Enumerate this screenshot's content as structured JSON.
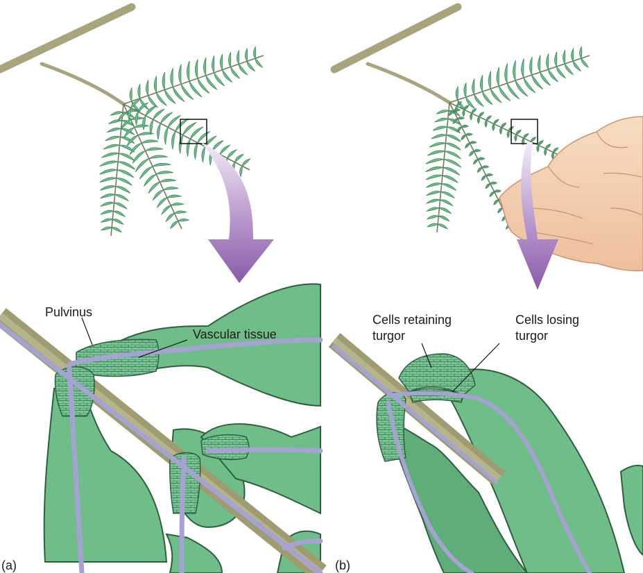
{
  "panels": [
    {
      "letter": "(a)",
      "labels": {
        "pulvinus": "Pulvinus",
        "vascular": "Vascular tissue"
      }
    },
    {
      "letter": "(b)",
      "labels": {
        "retaining_1": "Cells retaining",
        "retaining_2": "turgor",
        "losing_1": "Cells losing",
        "losing_2": "turgor"
      }
    }
  ],
  "colors": {
    "leaflet": "#6fbf8a",
    "leaflet_dark": "#3e8a5c",
    "stem": "#a5a37a",
    "vascular": "#a9a3d3",
    "arrow": "#8f63ae",
    "hand": "#f3cfb0"
  }
}
